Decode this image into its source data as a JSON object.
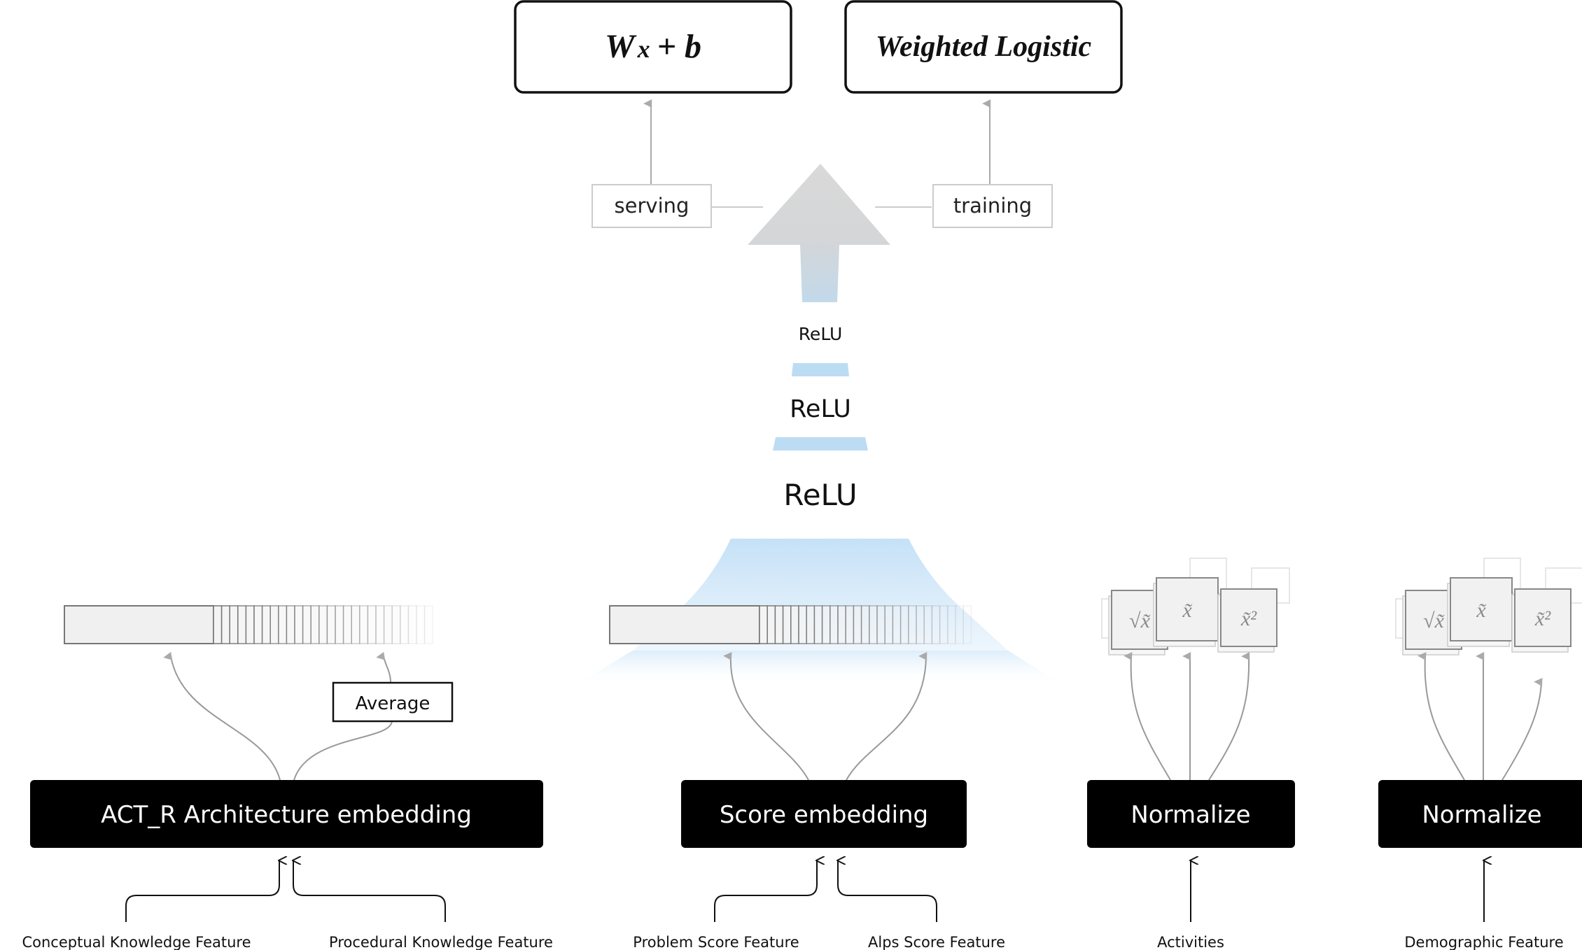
{
  "outputs": {
    "serving_formula_main": "W",
    "serving_formula_x": "x",
    "serving_formula_rest": "+ b",
    "training_formula": "Weighted Logistic"
  },
  "branch_labels": {
    "serving": "serving",
    "training": "training"
  },
  "layers": {
    "top": "ReLU",
    "middle": "ReLU",
    "bottom": "ReLU"
  },
  "average_label": "Average",
  "processing_blocks": {
    "act_r": "ACT_R Architecture embedding",
    "score": "Score embedding",
    "normalize_activities": "Normalize",
    "normalize_demographic": "Normalize"
  },
  "features": {
    "conceptual": "Conceptual Knowledge Feature",
    "procedural": "Procedural Knowledge Feature",
    "problem_score": "Problem Score Feature",
    "alps_score": "Alps Score Feature",
    "activities": "Activities",
    "demographic": "Demographic Feature"
  },
  "transform_symbols": {
    "sqrt": "√x̃",
    "identity": "x̃",
    "square": "x̃²"
  },
  "colors": {
    "block_fill": "#000000",
    "block_text": "#ffffff",
    "arrow_gray": "#999999",
    "relu_blue": "#bcdcf3",
    "big_arrow_gray": "#d6d6d6"
  }
}
